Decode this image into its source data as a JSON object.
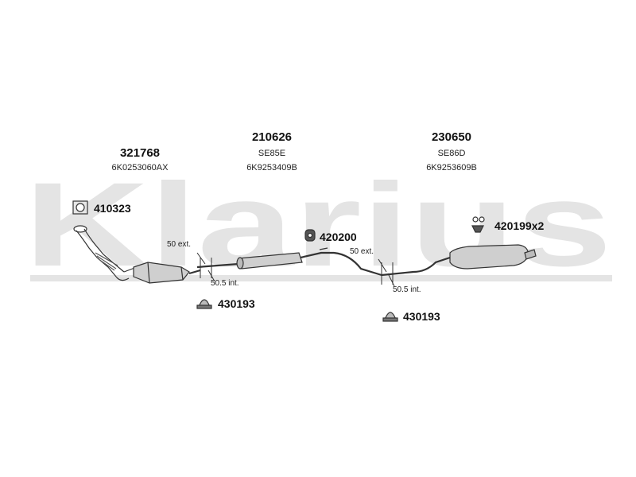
{
  "watermark": {
    "text": "Klarius",
    "color": "#e4e4e4"
  },
  "parts": {
    "front_pipe": {
      "number": "321768",
      "oem": "6K0253060AX"
    },
    "middle_silencer": {
      "number": "210626",
      "code": "SE85E",
      "oem": "6K9253409B"
    },
    "rear_silencer": {
      "number": "230650",
      "code": "SE86D",
      "oem": "6K9253609B"
    }
  },
  "fittings": {
    "gasket": "410323",
    "hanger_mid": "420200",
    "hanger_rear": "420199x2",
    "clamp_left": "430193",
    "clamp_right": "430193"
  },
  "joints": {
    "left_ext": "50 ext.",
    "left_int": "50.5 int.",
    "right_ext": "50 ext.",
    "right_int": "50.5 int."
  }
}
